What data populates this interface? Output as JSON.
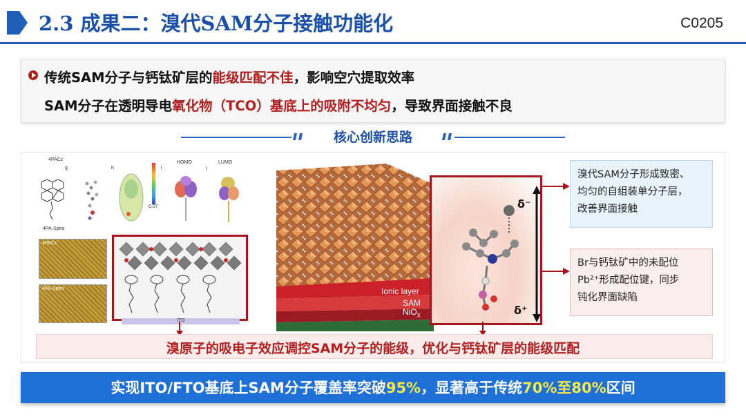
{
  "header": {
    "title": "2.3 成果二：溴代SAM分子接触功能化",
    "code": "C0205"
  },
  "problems": {
    "line1": {
      "pre": "传统SAM分子与钙钛矿层的",
      "hl": "能级匹配不佳",
      "post": "，影响空穴提取效率"
    },
    "line2": {
      "pre": "SAM分子在透明导电",
      "hl": "氧化物（TCO）基底上的吸附不均匀",
      "post": "，导致界面接触不良"
    }
  },
  "section_title": "核心创新思路",
  "figure": {
    "panel_labels": {
      "top_left": "4PACz",
      "bottom_left": "4PA-Spiro",
      "g": "g",
      "h": "h",
      "i": "i",
      "j": "j",
      "homo": "HOMO",
      "lumo": "LUMO",
      "scale_value": "0.07",
      "tex1": "4PACz",
      "tex2": "4PA-Spiro",
      "ito": "ITO"
    },
    "layers": {
      "ionic": "Ionic layer",
      "sam": "SAM",
      "niox": "NiO",
      "niox_sub": "X"
    },
    "delta_minus": "δ⁻",
    "delta_plus": "δ⁺",
    "colors": {
      "accent_red": "#a8151c",
      "title_blue": "#1a50a8",
      "banner_blue": "#1e6fd6",
      "highlight_yellow": "#f7e84a"
    }
  },
  "right_boxes": {
    "box1": [
      "溴代SAM分子形成致密、",
      "均匀的自组装单分子层，",
      "改善界面接触"
    ],
    "box2": [
      "Br与钙钛矿中的未配位",
      "Pb²⁺形成配位键，同步",
      "钝化界面缺陷"
    ]
  },
  "conclusion": "溴原子的吸电子效应调控SAM分子的能级，优化与钙钛矿层的能级匹配",
  "banner": {
    "pre": "实现ITO/FTO基底上SAM分子覆盖率突破",
    "hl1": "95%",
    "mid": "，显著高于传统",
    "hl2": "70%至80%",
    "post": "区间"
  }
}
